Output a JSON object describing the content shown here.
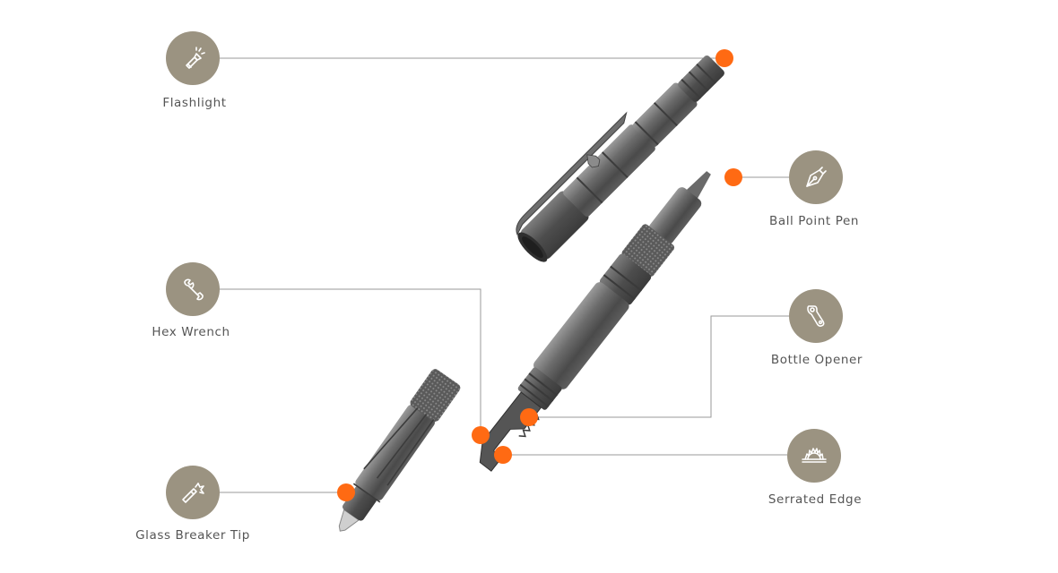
{
  "colors": {
    "icon_circle": "#9b9381",
    "hotspot": "#ff6a13",
    "leader_line": "#9a9a9a",
    "label_text": "#555555"
  },
  "features": [
    {
      "id": "flashlight",
      "label": "Flashlight",
      "icon": "flashlight-icon"
    },
    {
      "id": "ball-point-pen",
      "label": "Ball Point Pen",
      "icon": "pen-nib-icon"
    },
    {
      "id": "hex-wrench",
      "label": "Hex Wrench",
      "icon": "wrench-icon"
    },
    {
      "id": "bottle-opener",
      "label": "Bottle Opener",
      "icon": "bottle-opener-icon"
    },
    {
      "id": "serrated-edge",
      "label": "Serrated Edge",
      "icon": "saw-blade-icon"
    },
    {
      "id": "glass-breaker-tip",
      "label": "Glass Breaker Tip",
      "icon": "glass-breaker-icon"
    }
  ]
}
